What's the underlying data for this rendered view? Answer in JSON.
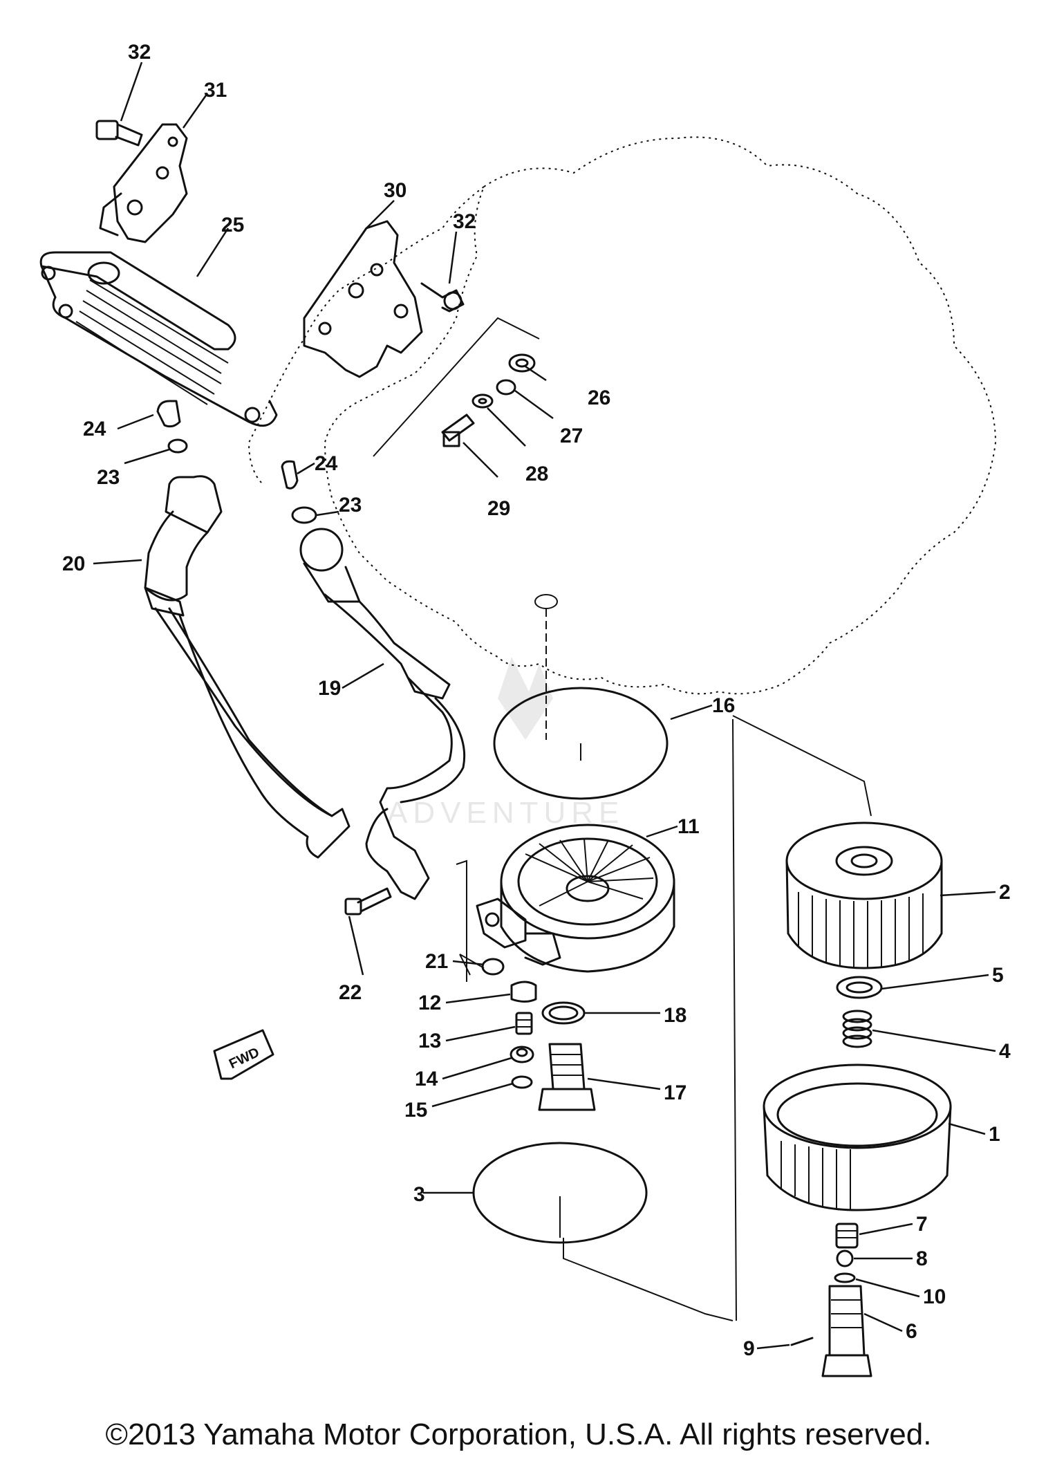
{
  "diagram": {
    "callouts": [
      {
        "id": "c32a",
        "label": "32"
      },
      {
        "id": "c31",
        "label": "31"
      },
      {
        "id": "c30",
        "label": "30"
      },
      {
        "id": "c32b",
        "label": "32"
      },
      {
        "id": "c25",
        "label": "25"
      },
      {
        "id": "c26",
        "label": "26"
      },
      {
        "id": "c27",
        "label": "27"
      },
      {
        "id": "c28",
        "label": "28"
      },
      {
        "id": "c29",
        "label": "29"
      },
      {
        "id": "c24a",
        "label": "24"
      },
      {
        "id": "c23a",
        "label": "23"
      },
      {
        "id": "c24b",
        "label": "24"
      },
      {
        "id": "c23b",
        "label": "23"
      },
      {
        "id": "c20",
        "label": "20"
      },
      {
        "id": "c19",
        "label": "19"
      },
      {
        "id": "c16",
        "label": "16"
      },
      {
        "id": "c11",
        "label": "11"
      },
      {
        "id": "c2",
        "label": "2"
      },
      {
        "id": "c22",
        "label": "22"
      },
      {
        "id": "c21",
        "label": "21"
      },
      {
        "id": "c12",
        "label": "12"
      },
      {
        "id": "c13",
        "label": "13"
      },
      {
        "id": "c14",
        "label": "14"
      },
      {
        "id": "c15",
        "label": "15"
      },
      {
        "id": "c18",
        "label": "18"
      },
      {
        "id": "c17",
        "label": "17"
      },
      {
        "id": "c5",
        "label": "5"
      },
      {
        "id": "c4",
        "label": "4"
      },
      {
        "id": "c1",
        "label": "1"
      },
      {
        "id": "c3",
        "label": "3"
      },
      {
        "id": "c7",
        "label": "7"
      },
      {
        "id": "c8",
        "label": "8"
      },
      {
        "id": "c10",
        "label": "10"
      },
      {
        "id": "c6",
        "label": "6"
      },
      {
        "id": "c9",
        "label": "9"
      }
    ],
    "fwd_label": "FWD",
    "watermark": "ADVENTURE"
  },
  "footer": {
    "copyright": "©2013 Yamaha Motor Corporation, U.S.A. All rights reserved."
  }
}
